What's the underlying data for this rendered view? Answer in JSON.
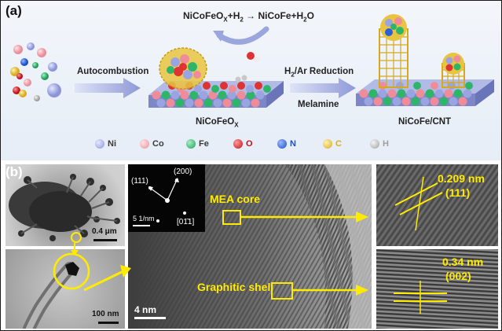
{
  "panel_a": {
    "label": "(a)",
    "reaction": {
      "prefix": "NiCoFeO",
      "sub1": "X",
      "mid": "+H",
      "sub2": "2",
      "suffix": " → NiCoFe+H",
      "sub3": "2",
      "end": "O"
    },
    "step1": "Autocombustion",
    "step2": {
      "pre": "H",
      "sub": "2",
      "post": "/Ar Reduction"
    },
    "step2_sub": "Melamine",
    "product1": {
      "main": "NiCoFeO",
      "sub": "X"
    },
    "product2": "NiCoFe/CNT",
    "legend": [
      {
        "label": "Ni",
        "color": "#9aa4e0"
      },
      {
        "label": "Co",
        "color": "#f0a0a8"
      },
      {
        "label": "Fe",
        "color": "#2db56a"
      },
      {
        "label": "O",
        "color": "#d8202a"
      },
      {
        "label": "N",
        "color": "#2b5fd8"
      },
      {
        "label": "C",
        "color": "#e8c440"
      },
      {
        "label": "H",
        "color": "#b8b8b8"
      }
    ]
  },
  "panel_b": {
    "label": "(b)",
    "scale_top": "0.4 μm",
    "scale_bottom": "100 nm",
    "scale_center": "4 nm",
    "fft": {
      "spot1": "(111)",
      "spot2": "(200)",
      "spot3": "[01̄1]",
      "scale": "5 1/nm"
    },
    "mea_core": "MEA core",
    "graphitic_shell": "Graphitic shell",
    "spacing1": "0.209 nm",
    "plane1": "(111)",
    "spacing2": "0.34 nm",
    "plane2": "(002)"
  }
}
